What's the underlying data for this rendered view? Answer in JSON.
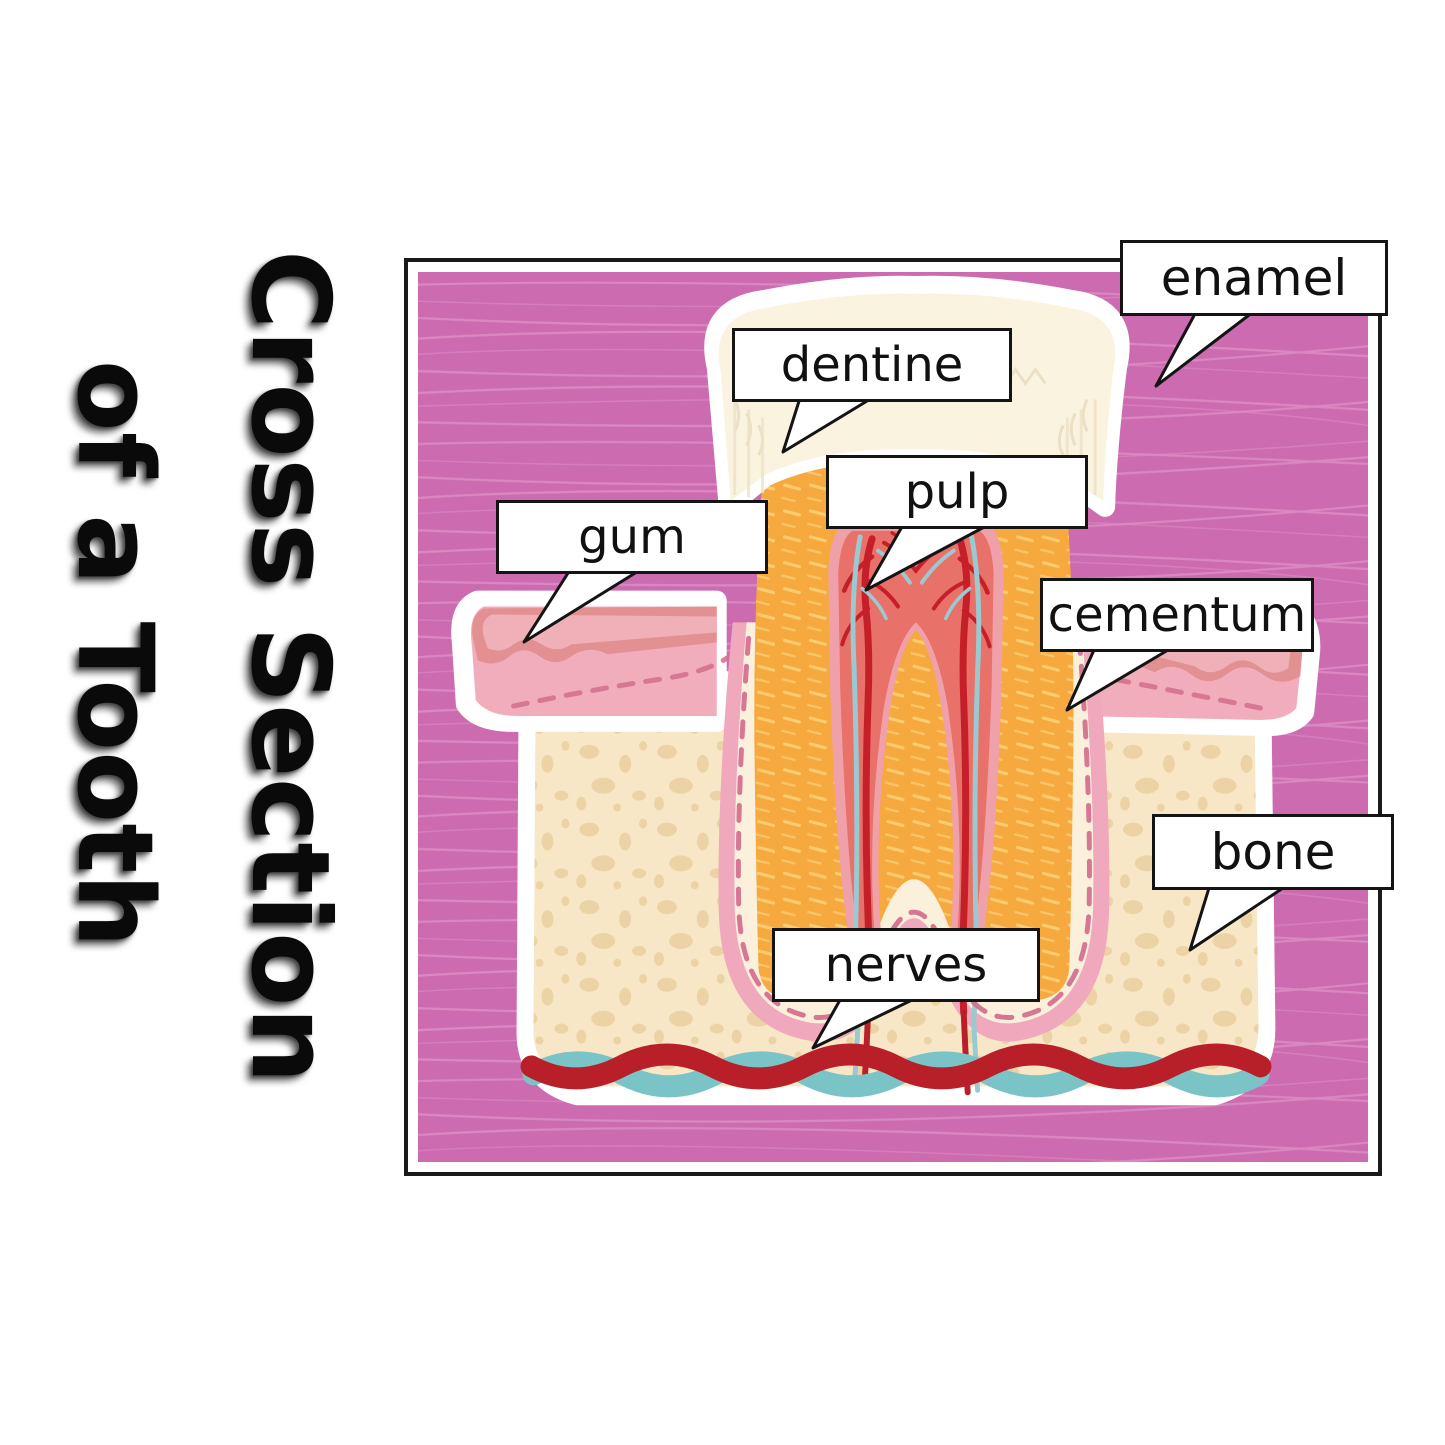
{
  "title": {
    "line1": "Cross Section",
    "line2": "of a Tooth"
  },
  "colors": {
    "background": "#cc6bb0",
    "background_lines": "#e3a0cf",
    "frame_border": "#1a1a1a",
    "enamel": "#faf3e0",
    "enamel_outline": "#ffffff",
    "dentine": "#f5a93f",
    "dentine_striation": "#fdd27a",
    "pulp": "#e8716a",
    "pulp_lining": "#f0a0a8",
    "cementum": "#fbf0dc",
    "periodontal": "#f0a8bd",
    "periodontal_dash": "#d4718f",
    "gum": "#f2adbc",
    "gum_top": "#e08b8b",
    "bone": "#f8e7c6",
    "bone_spot": "#ecd3a6",
    "artery": "#b81f28",
    "nerve": "#7ac4c8",
    "label_bg": "#ffffff",
    "label_border": "#141414",
    "label_text": "#111111"
  },
  "labels": [
    {
      "id": "enamel",
      "text": "enamel"
    },
    {
      "id": "dentine",
      "text": "dentine"
    },
    {
      "id": "pulp",
      "text": "pulp"
    },
    {
      "id": "gum",
      "text": "gum"
    },
    {
      "id": "cementum",
      "text": "cementum"
    },
    {
      "id": "bone",
      "text": "bone"
    },
    {
      "id": "nerves",
      "text": "nerves"
    }
  ]
}
